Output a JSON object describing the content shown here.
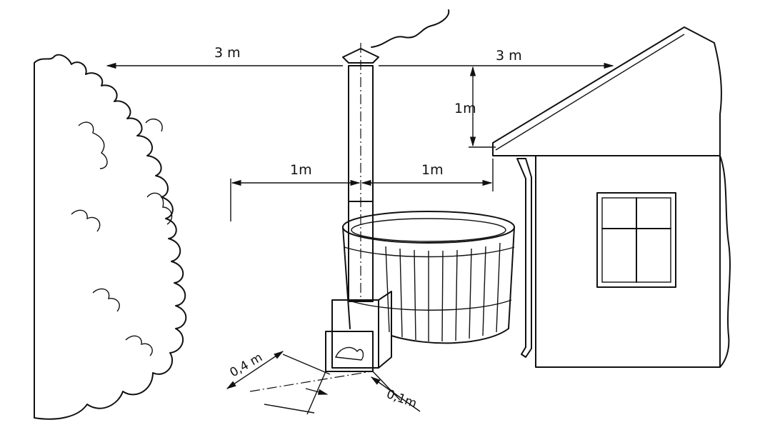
{
  "labels": {
    "bush_distance": "3 m",
    "house_distance": "3 m",
    "roof_height": "1m",
    "bush_distance_low": "1m",
    "house_distance_low": "1m",
    "stove_front": "0,4 m",
    "stove_side": "0,1m"
  }
}
